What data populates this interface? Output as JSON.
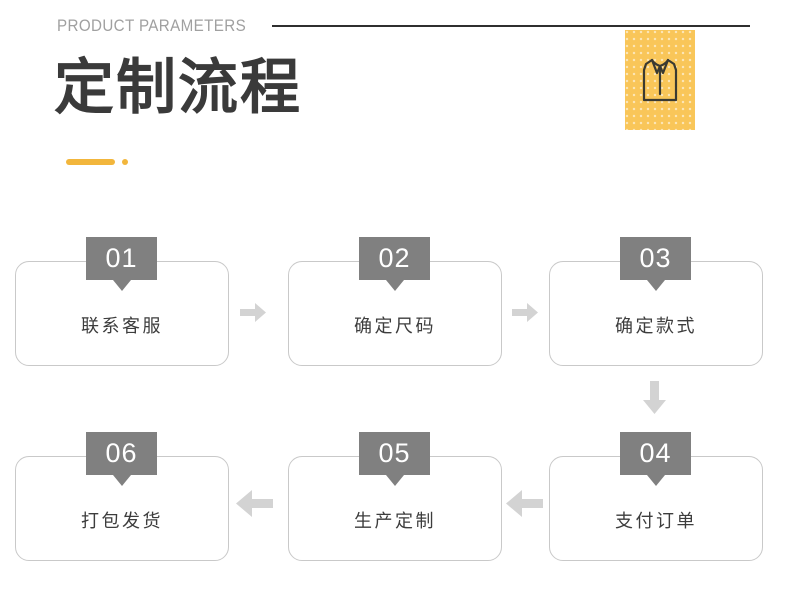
{
  "header": {
    "eyebrow": "PRODUCT PARAMETERS",
    "title": "定制流程",
    "icon_name": "shirt-icon",
    "colors": {
      "accent_yellow": "#f9c659",
      "accent_bar": "#f2b63c",
      "rule_dark": "#2f2f2f",
      "eyebrow_grey": "#a0a0a0",
      "title_dark": "#3a3a3a"
    }
  },
  "flow": {
    "badge_color": "#808080",
    "card_border_color": "#c9c9c9",
    "arrow_color": "#d0d0d0",
    "steps": [
      {
        "number": "01",
        "label": "联系客服"
      },
      {
        "number": "02",
        "label": "确定尺码"
      },
      {
        "number": "03",
        "label": "确定款式"
      },
      {
        "number": "04",
        "label": "支付订单"
      },
      {
        "number": "05",
        "label": "生产定制"
      },
      {
        "number": "06",
        "label": "打包发货"
      }
    ],
    "connectors": [
      {
        "from": "01",
        "to": "02",
        "direction": "right"
      },
      {
        "from": "02",
        "to": "03",
        "direction": "right"
      },
      {
        "from": "03",
        "to": "04",
        "direction": "down"
      },
      {
        "from": "04",
        "to": "05",
        "direction": "left"
      },
      {
        "from": "05",
        "to": "06",
        "direction": "left"
      }
    ]
  }
}
